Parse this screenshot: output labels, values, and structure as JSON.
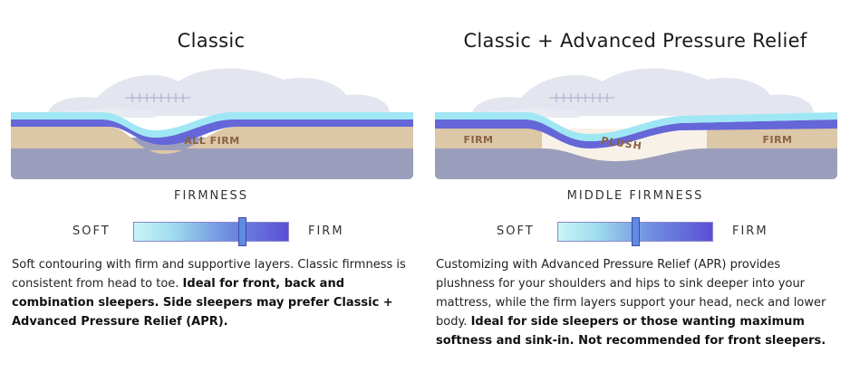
{
  "left": {
    "title": "Classic",
    "firmness_heading": "FIRMNESS",
    "soft_label": "SOFT",
    "firm_label": "FIRM",
    "marker_position": 0.7,
    "zone_label": "ALL FIRM",
    "description_plain": "Soft contouring with firm and supportive layers. Classic firmness is consistent from head to toe. ",
    "description_bold": "Ideal for front, back and combination sleepers. Side sleepers may prefer Classic + Advanced Pressure Relief (APR)."
  },
  "right": {
    "title": "Classic + Advanced Pressure Relief",
    "firmness_heading": "MIDDLE FIRMNESS",
    "soft_label": "SOFT",
    "firm_label": "FIRM",
    "marker_position": 0.5,
    "zone_labels": {
      "left": "FIRM",
      "center": "PLUSH",
      "right": "FIRM"
    },
    "description_plain": "Customizing with Advanced Pressure Relief (APR) provides plushness for your shoulders and hips to sink deeper into your mattress, while the firm layers support your head, neck and lower body. ",
    "description_bold": "Ideal for side sleepers or those wanting maximum softness and sink-in. Not recommended for front sleepers."
  },
  "colors": {
    "base_layer": "#9b9dbc",
    "firm_layer": "#dcc7a6",
    "plush_layer": "#f8f1e7",
    "purple_layer": "#6566d8",
    "top_layer": "#9fe7f4",
    "sleeper_shape": "#e3e5ef",
    "zone_text": "#8a6244"
  }
}
